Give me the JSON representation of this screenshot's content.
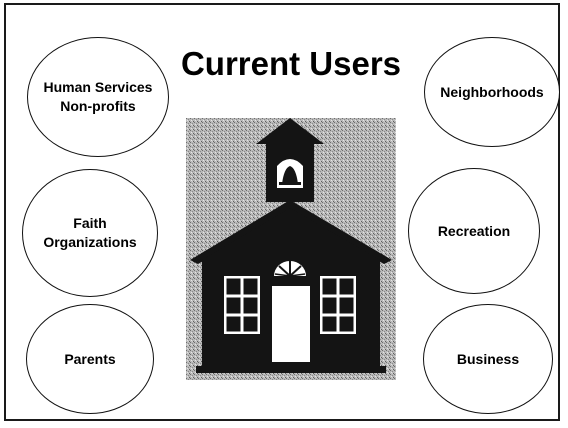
{
  "title": "Current Users",
  "groups": {
    "human_services": "Human Services\nNon-profits",
    "faith": "Faith\nOrganizations",
    "parents": "Parents",
    "neighborhoods": "Neighborhoods",
    "recreation": "Recreation",
    "business": "Business"
  }
}
